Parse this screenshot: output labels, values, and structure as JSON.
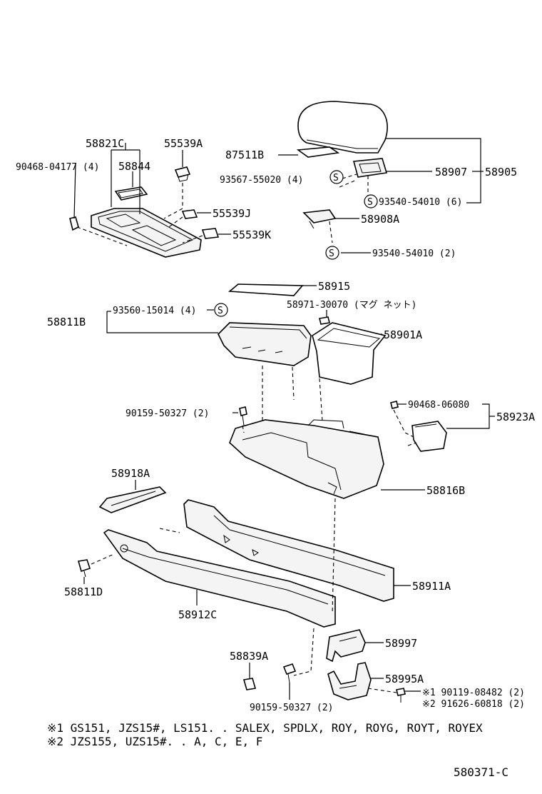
{
  "labels": {
    "p58821C": "58821C",
    "p55539A": "55539A",
    "p90468_04177": "90468-04177 (4)",
    "p58844": "58844",
    "p55539J": "55539J",
    "p55539K": "55539K",
    "p87511B": "87511B",
    "p93567_55020": "93567-55020 (4)",
    "p58907": "58907",
    "p58905": "58905",
    "p93540_54010_6": "93540-54010 (6)",
    "p58908A": "58908A",
    "p93540_54010_2": "93540-54010 (2)",
    "p58915": "58915",
    "p58971_30070": "58971-30070 (マグ ネット)",
    "p58811B": "58811B",
    "p93560_15014": "93560-15014 (4)",
    "p58901A": "58901A",
    "p90468_06080": "90468-06080",
    "p58923A": "58923A",
    "p90159_50327_top": "90159-50327 (2)",
    "p58816B": "58816B",
    "p58918A": "58918A",
    "p58911A": "58911A",
    "p58811D": "58811D",
    "p58912C": "58912C",
    "p58997": "58997",
    "p58839A": "58839A",
    "p58995A": "58995A",
    "p90159_50327_bot": "90159-50327 (2)",
    "p90119_08482": "※1 90119-08482 (2)",
    "p91626_60818": "※2 91626-60818 (2)",
    "s_symbol": "S"
  },
  "notes": {
    "line1": "※1 GS151, JZS15#, LS151. . SALEX, SPDLX, ROY, ROYG, ROYT, ROYEX",
    "line2": "※2 JZS155, UZS15#. . A, C, E, F"
  },
  "figure_number": "580371-C"
}
